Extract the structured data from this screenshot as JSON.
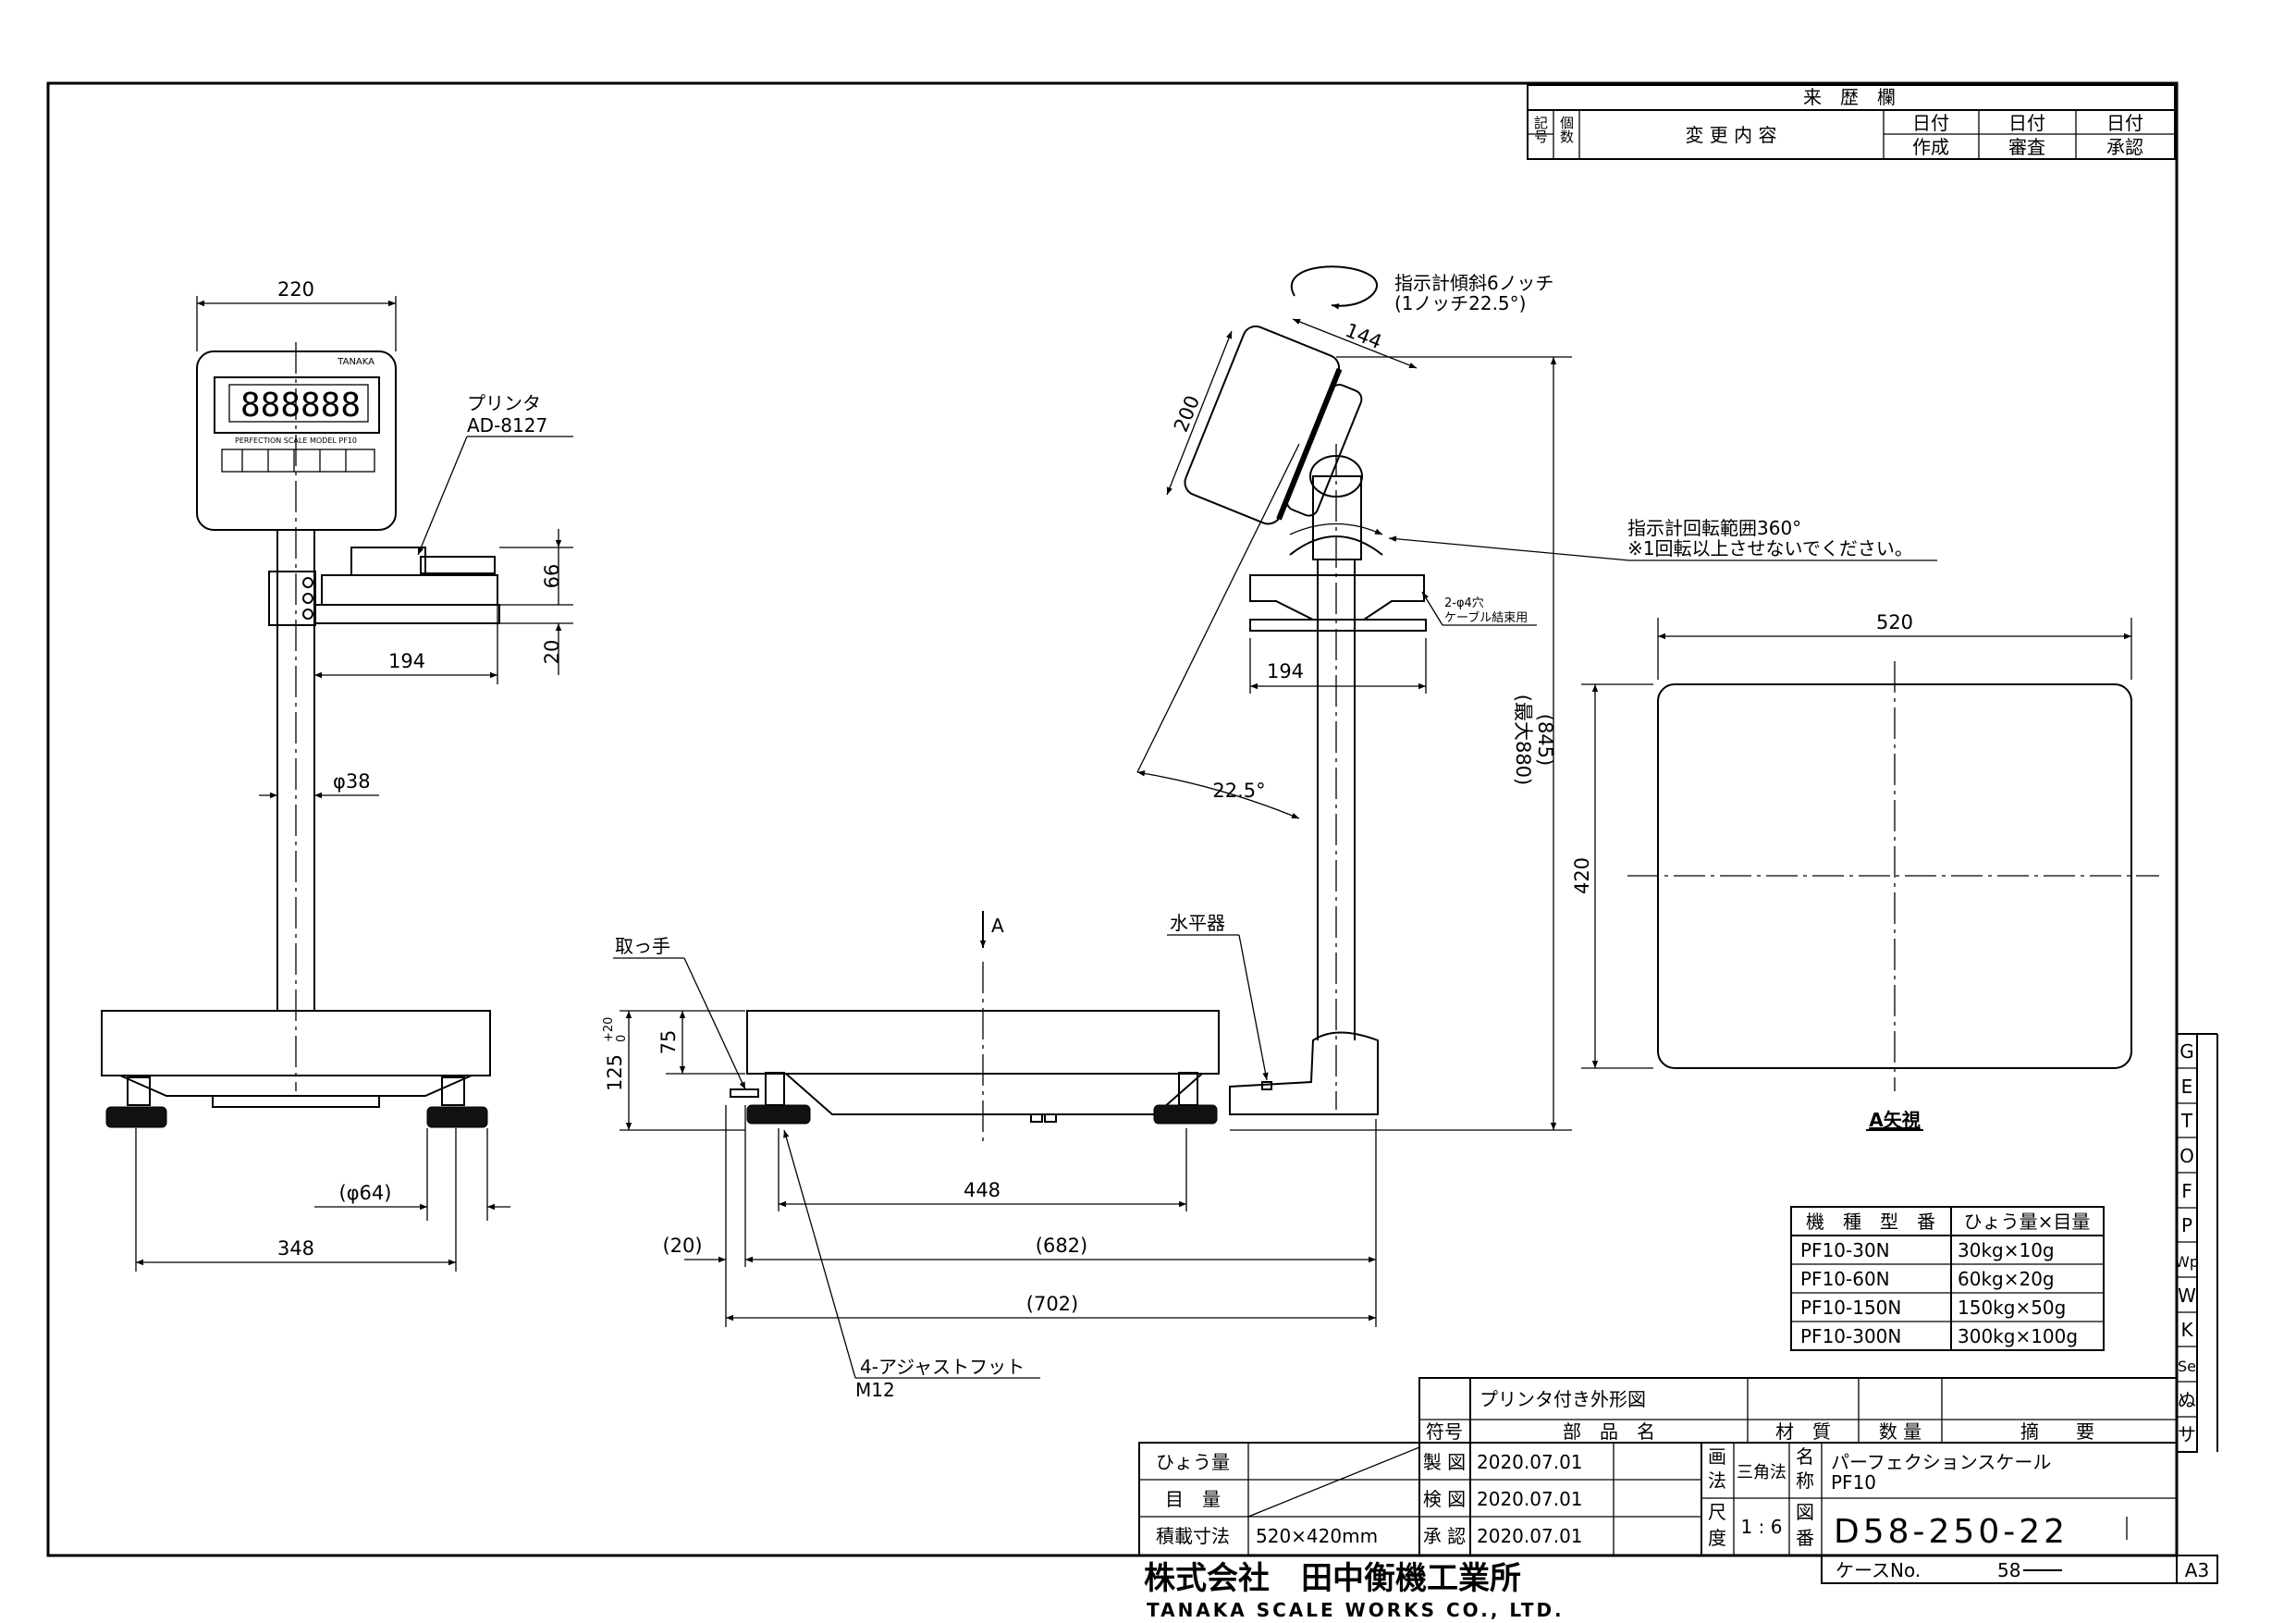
{
  "revision_table": {
    "header": "来　歴　欄",
    "col_mark": "記号",
    "col_count": "個数",
    "col_change": "変 更 内 容",
    "col_date_made_1": "日付",
    "col_date_made_2": "作成",
    "col_date_check_1": "日付",
    "col_date_check_2": "審査",
    "col_date_approve_1": "日付",
    "col_date_approve_2": "承認"
  },
  "front_view": {
    "dim_width_top": "220",
    "printer_label_1": "プリンタ",
    "printer_label_2": "AD-8127",
    "dim_printer_h": "66",
    "dim_shelf_h": "20",
    "dim_printer_w": "194",
    "dim_pole": "φ38",
    "dim_foot": "(φ64)",
    "dim_base_w": "348",
    "indicator_brand": "TANAKA",
    "indicator_model": "PERFECTION SCALE MODEL PF10"
  },
  "side_view": {
    "tilt_note_1": "指示計傾斜6ノッチ",
    "tilt_note_2": "(1ノッチ22.5°)",
    "dim_ind_depth": "144",
    "dim_ind_height": "200",
    "rotation_note_1": "指示計回転範囲360°",
    "rotation_note_2": "※1回転以上させないでください。",
    "cable_note_1": "2-φ4穴",
    "cable_note_2": "ケーブル結束用",
    "dim_shelf_w": "194",
    "dim_angle": "22.5°",
    "dim_max_height": "(最大880)",
    "dim_height": "(845)",
    "arrow_label": "A",
    "handle_label": "取っ手",
    "level_label": "水平器",
    "dim_total_h": "125",
    "dim_total_h_tol_plus": "+20",
    "dim_total_h_tol_minus": "0",
    "dim_platform_h": "75",
    "dim_foot_span": "448",
    "dim_handle_ext": "(20)",
    "dim_depth": "(682)",
    "dim_total_depth": "(702)",
    "foot_label_1": "4-アジャストフット",
    "foot_label_2": "M12"
  },
  "top_view": {
    "dim_width": "520",
    "dim_depth": "420",
    "view_label": "A矢視"
  },
  "model_table": {
    "headers": [
      "機　種　型　番",
      "ひょう量×目量"
    ],
    "rows": [
      [
        "PF10-30N",
        "30kg×10g"
      ],
      [
        "PF10-60N",
        "60kg×20g"
      ],
      [
        "PF10-150N",
        "150kg×50g"
      ],
      [
        "PF10-300N",
        "300kg×100g"
      ]
    ]
  },
  "side_strip": [
    "G",
    "E",
    "T",
    "O",
    "F",
    "P",
    "Wp",
    "W",
    "K",
    "Se",
    "ぬ",
    "サ"
  ],
  "title_block": {
    "drawing_title": "プリンタ付き外形図",
    "col_code": "符号",
    "col_part": "部　品　名",
    "col_material": "材　質",
    "col_qty": "数 量",
    "col_note": "摘　　要",
    "capacity_label": "ひょう量",
    "division_label": "目　量",
    "size_label": "積載寸法",
    "size_value": "520×420mm",
    "made_label": "製 図",
    "made_date": "2020.07.01",
    "checked_label": "検 図",
    "checked_date": "2020.07.01",
    "approved_label": "承 認",
    "approved_date": "2020.07.01",
    "projection_label_1": "画",
    "projection_label_2": "法",
    "projection_value": "三角法",
    "name_label_1": "名",
    "name_label_2": "称",
    "name_value_1": "パーフェクションスケール",
    "name_value_2": "PF10",
    "scale_label_1": "尺",
    "scale_label_2": "度",
    "scale_value": "1 : 6",
    "drawing_no_label_1": "図",
    "drawing_no_label_2": "番",
    "drawing_no": "D58-250-22",
    "case_label": "ケースNo.",
    "case_value": "58",
    "sheet_size": "A3"
  },
  "company": {
    "name_jp": "株式会社　田中衡機工業所",
    "name_en": "TANAKA SCALE WORKS CO., LTD."
  }
}
